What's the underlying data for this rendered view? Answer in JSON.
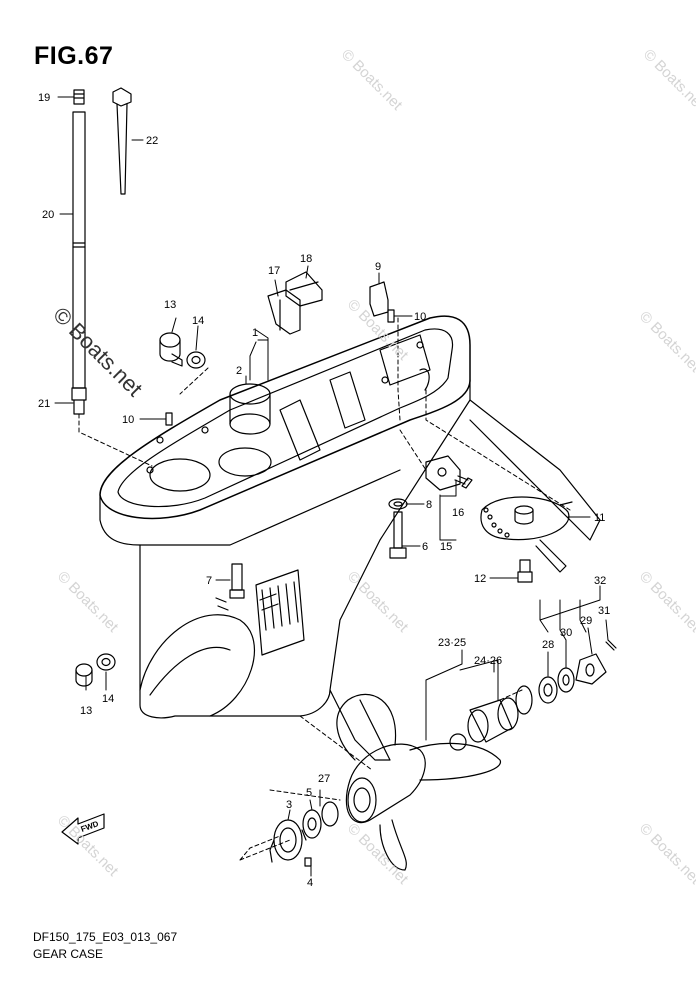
{
  "figure": {
    "title": "FIG.67",
    "code": "DF150_175_E03_013_067",
    "name": "GEAR CASE",
    "watermark": "© Boats.net",
    "fwd_label": "FWD"
  },
  "callouts": [
    {
      "id": "c19",
      "label": "19"
    },
    {
      "id": "c22",
      "label": "22"
    },
    {
      "id": "c20",
      "label": "20"
    },
    {
      "id": "c21",
      "label": "21"
    },
    {
      "id": "c17",
      "label": "17"
    },
    {
      "id": "c18",
      "label": "18"
    },
    {
      "id": "c9",
      "label": "9"
    },
    {
      "id": "c13a",
      "label": "13"
    },
    {
      "id": "c14a",
      "label": "14"
    },
    {
      "id": "c1",
      "label": "1"
    },
    {
      "id": "c2",
      "label": "2"
    },
    {
      "id": "c10a",
      "label": "10"
    },
    {
      "id": "c10b",
      "label": "10"
    },
    {
      "id": "c8",
      "label": "8"
    },
    {
      "id": "c16",
      "label": "16"
    },
    {
      "id": "c6",
      "label": "6"
    },
    {
      "id": "c15",
      "label": "15"
    },
    {
      "id": "c11",
      "label": "11"
    },
    {
      "id": "c7",
      "label": "7"
    },
    {
      "id": "c12",
      "label": "12"
    },
    {
      "id": "c32",
      "label": "32"
    },
    {
      "id": "c31",
      "label": "31"
    },
    {
      "id": "c29",
      "label": "29"
    },
    {
      "id": "c30",
      "label": "30"
    },
    {
      "id": "c28",
      "label": "28"
    },
    {
      "id": "c2325",
      "label": "23·25"
    },
    {
      "id": "c2426",
      "label": "24·26"
    },
    {
      "id": "c13b",
      "label": "13"
    },
    {
      "id": "c14b",
      "label": "14"
    },
    {
      "id": "c27",
      "label": "27"
    },
    {
      "id": "c3",
      "label": "3"
    },
    {
      "id": "c5",
      "label": "5"
    },
    {
      "id": "c4",
      "label": "4"
    }
  ]
}
